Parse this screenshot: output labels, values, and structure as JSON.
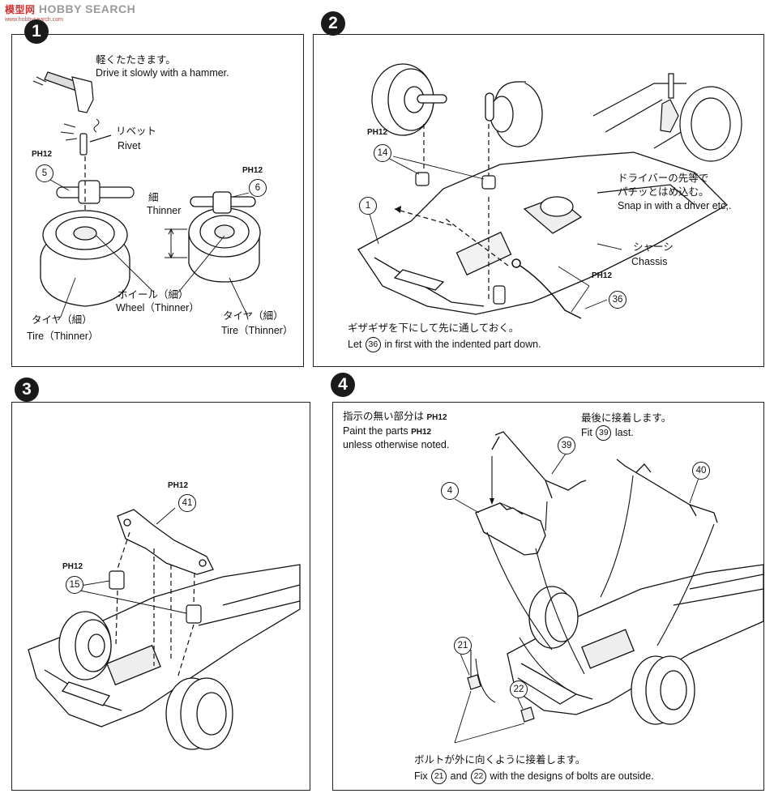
{
  "watermark": {
    "site_cjk": "模型网",
    "site_en": "HOBBY SEARCH",
    "url": "www.hobbysearch.com"
  },
  "steps": [
    {
      "number": "1",
      "texts": {
        "drive_jp": "軽くたたきます。",
        "drive_en": "Drive it slowly with a hammer.",
        "rivet_jp": "リベット",
        "rivet_en": "Rivet",
        "thinner_jp": "細",
        "thinner_en": "Thinner",
        "wheel_jp": "ホイール（細）",
        "wheel_en": "Wheel（Thinner）",
        "tire_jp": "タイヤ（細）",
        "tire_en": "Tire（Thinner）"
      },
      "paint": "PH12",
      "parts": [
        "5",
        "6"
      ]
    },
    {
      "number": "2",
      "texts": {
        "driver_jp": "ドライバーの先等で",
        "driver_jp2": "パチッとはめ込む。",
        "driver_en": "Snap in with a driver etc,.",
        "chassis_jp": "シャーシ",
        "chassis_en": "Chassis",
        "gizagiza_jp": "ギザギザを下にして先に通しておく。",
        "let_en_pre": "Let",
        "let_en_post": "in first with the indented part down."
      },
      "paint": "PH12",
      "parts": [
        "14",
        "1",
        "36"
      ]
    },
    {
      "number": "3",
      "paint": "PH12",
      "parts": [
        "41",
        "15"
      ]
    },
    {
      "number": "4",
      "texts": {
        "unless_jp": "指示の無い部分は",
        "unless_en_pre": "Paint the parts",
        "unless_en_post": "unless otherwise noted.",
        "last_jp": "最後に接着します。",
        "last_en_pre": "Fit",
        "last_en_post": "last.",
        "bolt_jp": "ボルトが外に向くように接着します。",
        "fix_en_pre": "Fix",
        "fix_en_mid": "and",
        "fix_en_post": "with the designs of bolts are outside."
      },
      "paint": "PH12",
      "parts": [
        "39",
        "4",
        "40",
        "21",
        "22"
      ]
    }
  ]
}
